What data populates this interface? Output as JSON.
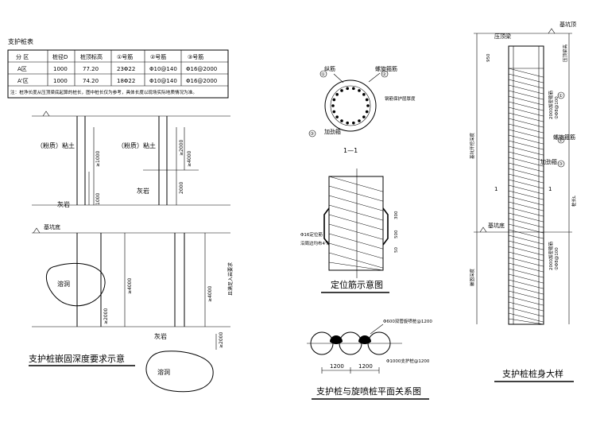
{
  "table": {
    "title": "支护桩表",
    "headers": [
      "分 区",
      "桩径D",
      "桩顶标高",
      "①号筋",
      "②号筋",
      "③号筋"
    ],
    "rows": [
      [
        "A区",
        "1000",
        "77.20",
        "23Φ22",
        "Φ10@140",
        "Φ16@2000"
      ],
      [
        "A'区",
        "1000",
        "74.20",
        "18Φ22",
        "Φ10@140",
        "Φ16@2000"
      ]
    ],
    "note": "注：桩净长度从压顶梁底起算的桩长，图中桩长仅为参考，具体长度以现场实际地质情况为准。"
  },
  "embed": {
    "title": "支护桩嵌固深度要求示意",
    "clay_left": "（粉质）粘土",
    "clay_right": "（粉质）粘土",
    "limestone_1": "灰岩",
    "limestone_2": "灰岩",
    "karst_1": "溶洞",
    "karst_2": "溶洞",
    "pit_bottom": "基坑底",
    "dims": {
      "d1000": "≥1000",
      "d1000b": "1000",
      "d2000": "≥2000",
      "d4000": "≥4000",
      "d2000b": "2000",
      "d4000b": "≥4000",
      "d2000c": "≥2000",
      "d2000d": "≥2000",
      "req": "且满足入岩要求"
    }
  },
  "section": {
    "title": "1—1",
    "labels": {
      "main_bar": "纵筋",
      "spiral": "螺旋箍筋",
      "stiffener": "加劲箍",
      "cover": "钢筋保护层厚度"
    },
    "marks": [
      "①",
      "②",
      "③"
    ]
  },
  "locator": {
    "title": "定位筋示意图",
    "bar_label": "Φ16定位筋",
    "weld_label": "沿周边均布4个",
    "dims": [
      "300",
      "500",
      "50"
    ]
  },
  "plan": {
    "title": "支护桩与旋喷桩平面关系图",
    "jet_label": "Φ600双管旋喷桩@1200",
    "pile_label": "Φ1000支护桩@1200",
    "dims": [
      "1200",
      "1200"
    ]
  },
  "detail": {
    "title": "支护桩桩身大样",
    "pit_top": "基坑顶",
    "cap_beam": "压顶梁",
    "cap_beam_dim": "压顶梁高",
    "pit_bottom": "基坑底",
    "spiral": "螺旋箍筋",
    "stiffener": "加劲箍",
    "pile_length": "桩长L",
    "dense_top": "2000加密箍筋",
    "dense_top2": "②Φ8@100",
    "dense_bottom": "2000加密箍筋",
    "dense_bottom2": "②Φ8@100",
    "pit_depth": "基坑开挖深度",
    "embed_depth": "嵌固深度",
    "marks": [
      "①",
      "②",
      "③"
    ],
    "cut": "1",
    "dim950": "950"
  }
}
